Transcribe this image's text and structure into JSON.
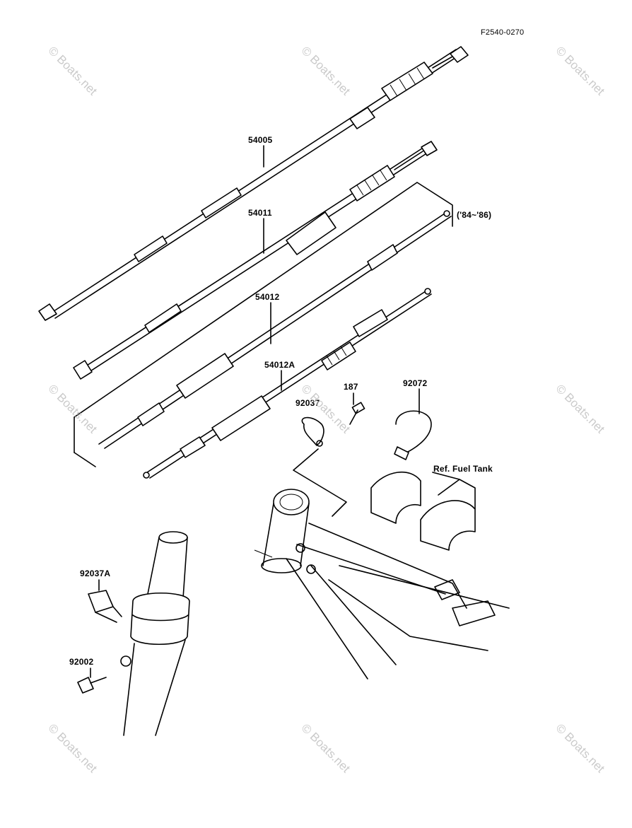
{
  "figure_code": "F2540-0270",
  "watermark": "© Boats.net",
  "parts": {
    "p54005": "54005",
    "p54011": "54011",
    "p54012": "54012",
    "p54012A": "54012A",
    "p187": "187",
    "p92037": "92037",
    "p92072": "92072",
    "p92037A": "92037A",
    "p92002": "92002"
  },
  "notes": {
    "years": "('84~'86)",
    "ref_fuel_tank": "Ref. Fuel Tank"
  }
}
